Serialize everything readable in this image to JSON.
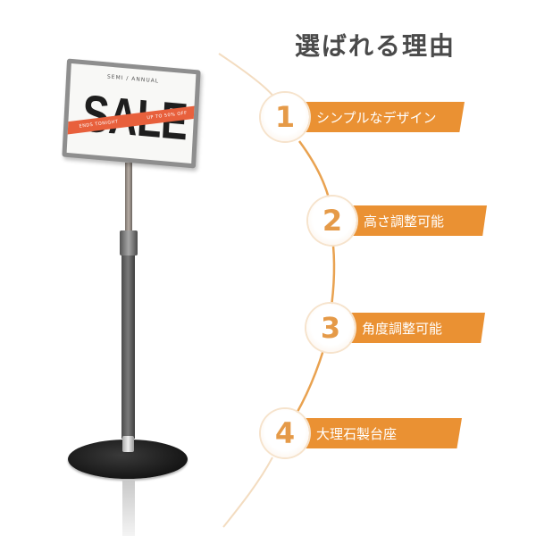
{
  "header": {
    "title": "選ばれる理由"
  },
  "features": [
    {
      "number": "1",
      "label": "シンプルなデザイン"
    },
    {
      "number": "2",
      "label": "高さ調整可能"
    },
    {
      "number": "3",
      "label": "角度調整可能"
    },
    {
      "number": "4",
      "label": "大理石製台座"
    }
  ],
  "product": {
    "sign": {
      "subtitle": "SEMI / ANNUAL",
      "headline": "SALE",
      "ribbon_left": "ENDS TONIGHT",
      "ribbon_right": "UP TO 50% OFF"
    }
  },
  "colors": {
    "accent": "#ea9133",
    "title": "#4a4a4a",
    "number": "#e59a48",
    "ribbon": "#e8603c"
  }
}
